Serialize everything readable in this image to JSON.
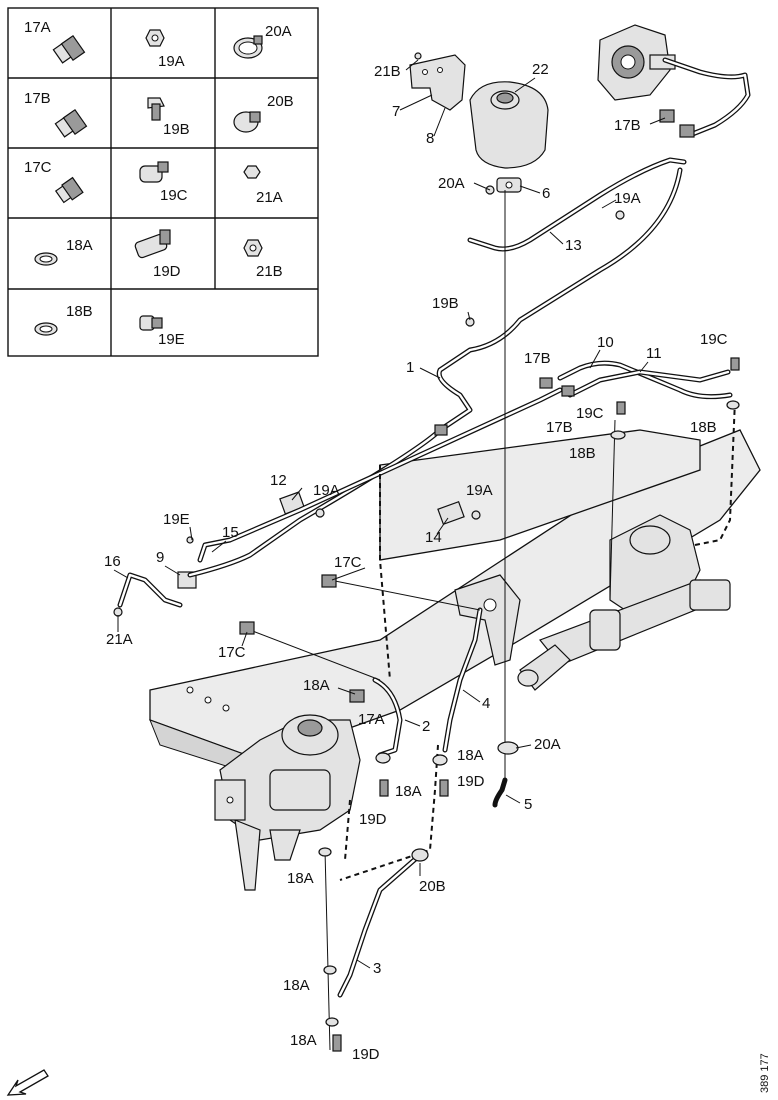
{
  "legend": {
    "cells": [
      {
        "code": "17A"
      },
      {
        "code": "19A"
      },
      {
        "code": "20A"
      },
      {
        "code": "17B"
      },
      {
        "code": "19B"
      },
      {
        "code": "20B"
      },
      {
        "code": "17C"
      },
      {
        "code": "19C"
      },
      {
        "code": "21A"
      },
      {
        "code": "18A"
      },
      {
        "code": "19D"
      },
      {
        "code": "21B"
      },
      {
        "code": "18B"
      },
      {
        "code": "19E"
      }
    ]
  },
  "callouts": [
    {
      "id": "c-21B-top",
      "text": "21B"
    },
    {
      "id": "c-7",
      "text": "7"
    },
    {
      "id": "c-8",
      "text": "8"
    },
    {
      "id": "c-22",
      "text": "22"
    },
    {
      "id": "c-17B-top",
      "text": "17B"
    },
    {
      "id": "c-20A-top",
      "text": "20A"
    },
    {
      "id": "c-6",
      "text": "6"
    },
    {
      "id": "c-19A-top",
      "text": "19A"
    },
    {
      "id": "c-13",
      "text": "13"
    },
    {
      "id": "c-19B",
      "text": "19B"
    },
    {
      "id": "c-1",
      "text": "1"
    },
    {
      "id": "c-17B-mid1",
      "text": "17B"
    },
    {
      "id": "c-10",
      "text": "10"
    },
    {
      "id": "c-11",
      "text": "11"
    },
    {
      "id": "c-19C-right",
      "text": "19C"
    },
    {
      "id": "c-19C-mid",
      "text": "19C"
    },
    {
      "id": "c-17B-mid2",
      "text": "17B"
    },
    {
      "id": "c-18B-mid",
      "text": "18B"
    },
    {
      "id": "c-18B-right",
      "text": "18B"
    },
    {
      "id": "c-12",
      "text": "12"
    },
    {
      "id": "c-19A-mid1",
      "text": "19A"
    },
    {
      "id": "c-19A-mid2",
      "text": "19A"
    },
    {
      "id": "c-14",
      "text": "14"
    },
    {
      "id": "c-19E",
      "text": "19E"
    },
    {
      "id": "c-15",
      "text": "15"
    },
    {
      "id": "c-16",
      "text": "16"
    },
    {
      "id": "c-9",
      "text": "9"
    },
    {
      "id": "c-17C-mid",
      "text": "17C"
    },
    {
      "id": "c-21A",
      "text": "21A"
    },
    {
      "id": "c-17C-low",
      "text": "17C"
    },
    {
      "id": "c-18A-1",
      "text": "18A"
    },
    {
      "id": "c-17A",
      "text": "17A"
    },
    {
      "id": "c-2",
      "text": "2"
    },
    {
      "id": "c-4",
      "text": "4"
    },
    {
      "id": "c-18A-2",
      "text": "18A"
    },
    {
      "id": "c-20A-low",
      "text": "20A"
    },
    {
      "id": "c-18A-3",
      "text": "18A"
    },
    {
      "id": "c-19D-1",
      "text": "19D"
    },
    {
      "id": "c-19D-2",
      "text": "19D"
    },
    {
      "id": "c-5",
      "text": "5"
    },
    {
      "id": "c-18A-4",
      "text": "18A"
    },
    {
      "id": "c-20B",
      "text": "20B"
    },
    {
      "id": "c-3",
      "text": "3"
    },
    {
      "id": "c-18A-5",
      "text": "18A"
    },
    {
      "id": "c-18A-6",
      "text": "18A"
    },
    {
      "id": "c-19D-3",
      "text": "19D"
    }
  ],
  "figure_ref": "389 177"
}
